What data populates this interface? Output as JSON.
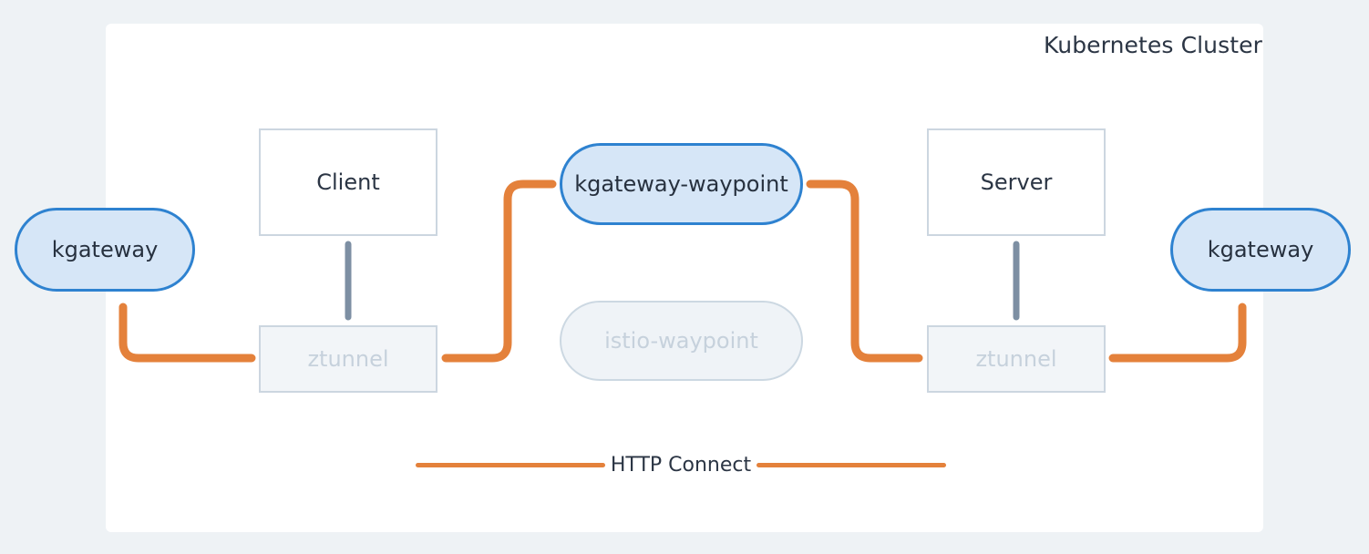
{
  "cluster": {
    "title": "Kubernetes Cluster"
  },
  "nodes": {
    "kgateway_left": {
      "label": "kgateway",
      "shape": "pill",
      "state": "active"
    },
    "kgateway_right": {
      "label": "kgateway",
      "shape": "pill",
      "state": "active"
    },
    "client": {
      "label": "Client",
      "shape": "rect",
      "state": "active"
    },
    "server": {
      "label": "Server",
      "shape": "rect",
      "state": "active"
    },
    "ztunnel_left": {
      "label": "ztunnel",
      "shape": "rect",
      "state": "muted"
    },
    "ztunnel_right": {
      "label": "ztunnel",
      "shape": "rect",
      "state": "muted"
    },
    "kgateway_waypoint": {
      "label": "kgateway-waypoint",
      "shape": "pill",
      "state": "active"
    },
    "istio_waypoint": {
      "label": "istio-waypoint",
      "shape": "pill",
      "state": "muted"
    }
  },
  "legend": {
    "label": "HTTP Connect"
  },
  "colors": {
    "page_background": "#eef2f5",
    "card_background": "#ffffff",
    "connector_orange": "#e4813b",
    "connector_grey": "#7d8fa3",
    "pill_fill": "#d6e6f7",
    "pill_border": "#2e82d0",
    "box_border": "#ccd6e0",
    "muted_fill": "#f2f5f8",
    "muted_text": "#c6d1dc",
    "text": "#2b3544"
  }
}
